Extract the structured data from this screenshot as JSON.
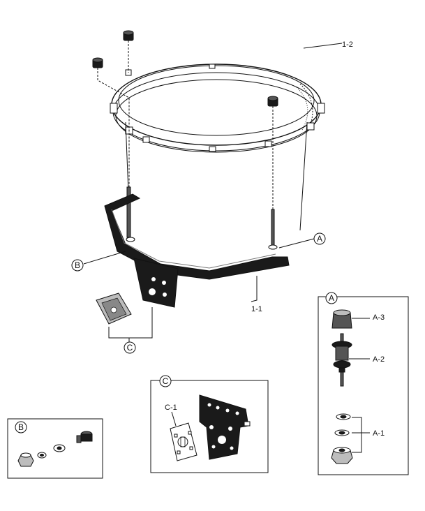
{
  "labels": {
    "part_1_2": "1-2",
    "part_1_1": "1-1",
    "callout_a_main": "A",
    "callout_b_main": "B",
    "callout_c_main": "C",
    "box_a_header": "A",
    "box_b_header": "B",
    "box_c_header": "C",
    "part_a3": "A-3",
    "part_a2": "A-2",
    "part_a1": "A-1",
    "part_c1": "C-1"
  }
}
